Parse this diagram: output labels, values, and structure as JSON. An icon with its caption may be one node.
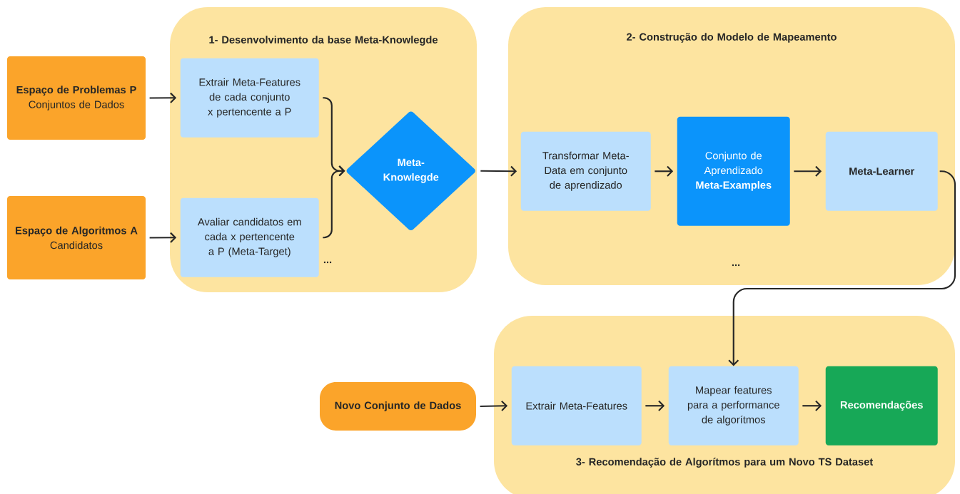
{
  "diagram": {
    "nodes": [
      {
        "text": [
          "1- Desenvolvimento da base Meta-Knowlegde"
        ]
      },
      {
        "text": [
          "Espaço de Problemas P",
          "Conjuntos de Dados"
        ]
      },
      {
        "text": [
          "Espaço de Algoritmos A",
          "Candidatos"
        ]
      },
      {
        "text": [
          "Extrair Meta-Features de cada conjunto x pertencente a P"
        ],
        "in": 0
      },
      {
        "text": [
          "Avaliar candidatos em cada x pertencente a P (Meta-Target)"
        ],
        "in": 0
      },
      {
        "text": [
          "Meta-Knowlegde"
        ],
        "in": 0
      },
      {
        "text": [
          "2- Construção do Modelo de Mapeamento"
        ]
      },
      {
        "text": [
          "Transformar Meta-Data em conjunto de aprendizado"
        ],
        "in": 6
      },
      {
        "text": [
          "Conjunto de Aprendizado **Meta-Examples**"
        ],
        "in": 6
      },
      {
        "text": [
          "Meta-Learner"
        ],
        "in": 6
      },
      {
        "text": [
          "3- Recomendação de Algorítmos para um Novo TS Dataset"
        ]
      },
      {
        "text": [
          "Novo Conjunto de Dados"
        ]
      },
      {
        "text": [
          "Extrair Meta-Features"
        ],
        "in": 10
      },
      {
        "text": [
          "Mapear features para a performance de algorítmos"
        ],
        "in": 10
      },
      {
        "text": [
          "Recomendações"
        ],
        "in": 10
      }
    ],
    "edges": [
      {
        "from": 1,
        "to": 3,
        "arrow": "to"
      },
      {
        "from": 2,
        "to": 4,
        "arrow": "to"
      },
      {
        "from": 3,
        "to": 5,
        "arrow": "to"
      },
      {
        "from": 4,
        "to": 5,
        "arrow": "to"
      },
      {
        "from": 5,
        "to": 7,
        "arrow": "to"
      },
      {
        "from": 7,
        "to": 8,
        "arrow": "to"
      },
      {
        "from": 8,
        "to": 9,
        "arrow": "to"
      },
      {
        "from": 9,
        "to": 13,
        "arrow": "to"
      },
      {
        "from": 11,
        "to": 12,
        "arrow": "to"
      },
      {
        "from": 12,
        "to": 13,
        "arrow": "to"
      },
      {
        "from": 13,
        "to": 14,
        "arrow": "to"
      }
    ],
    "labels": [
      "...",
      "..."
    ]
  }
}
